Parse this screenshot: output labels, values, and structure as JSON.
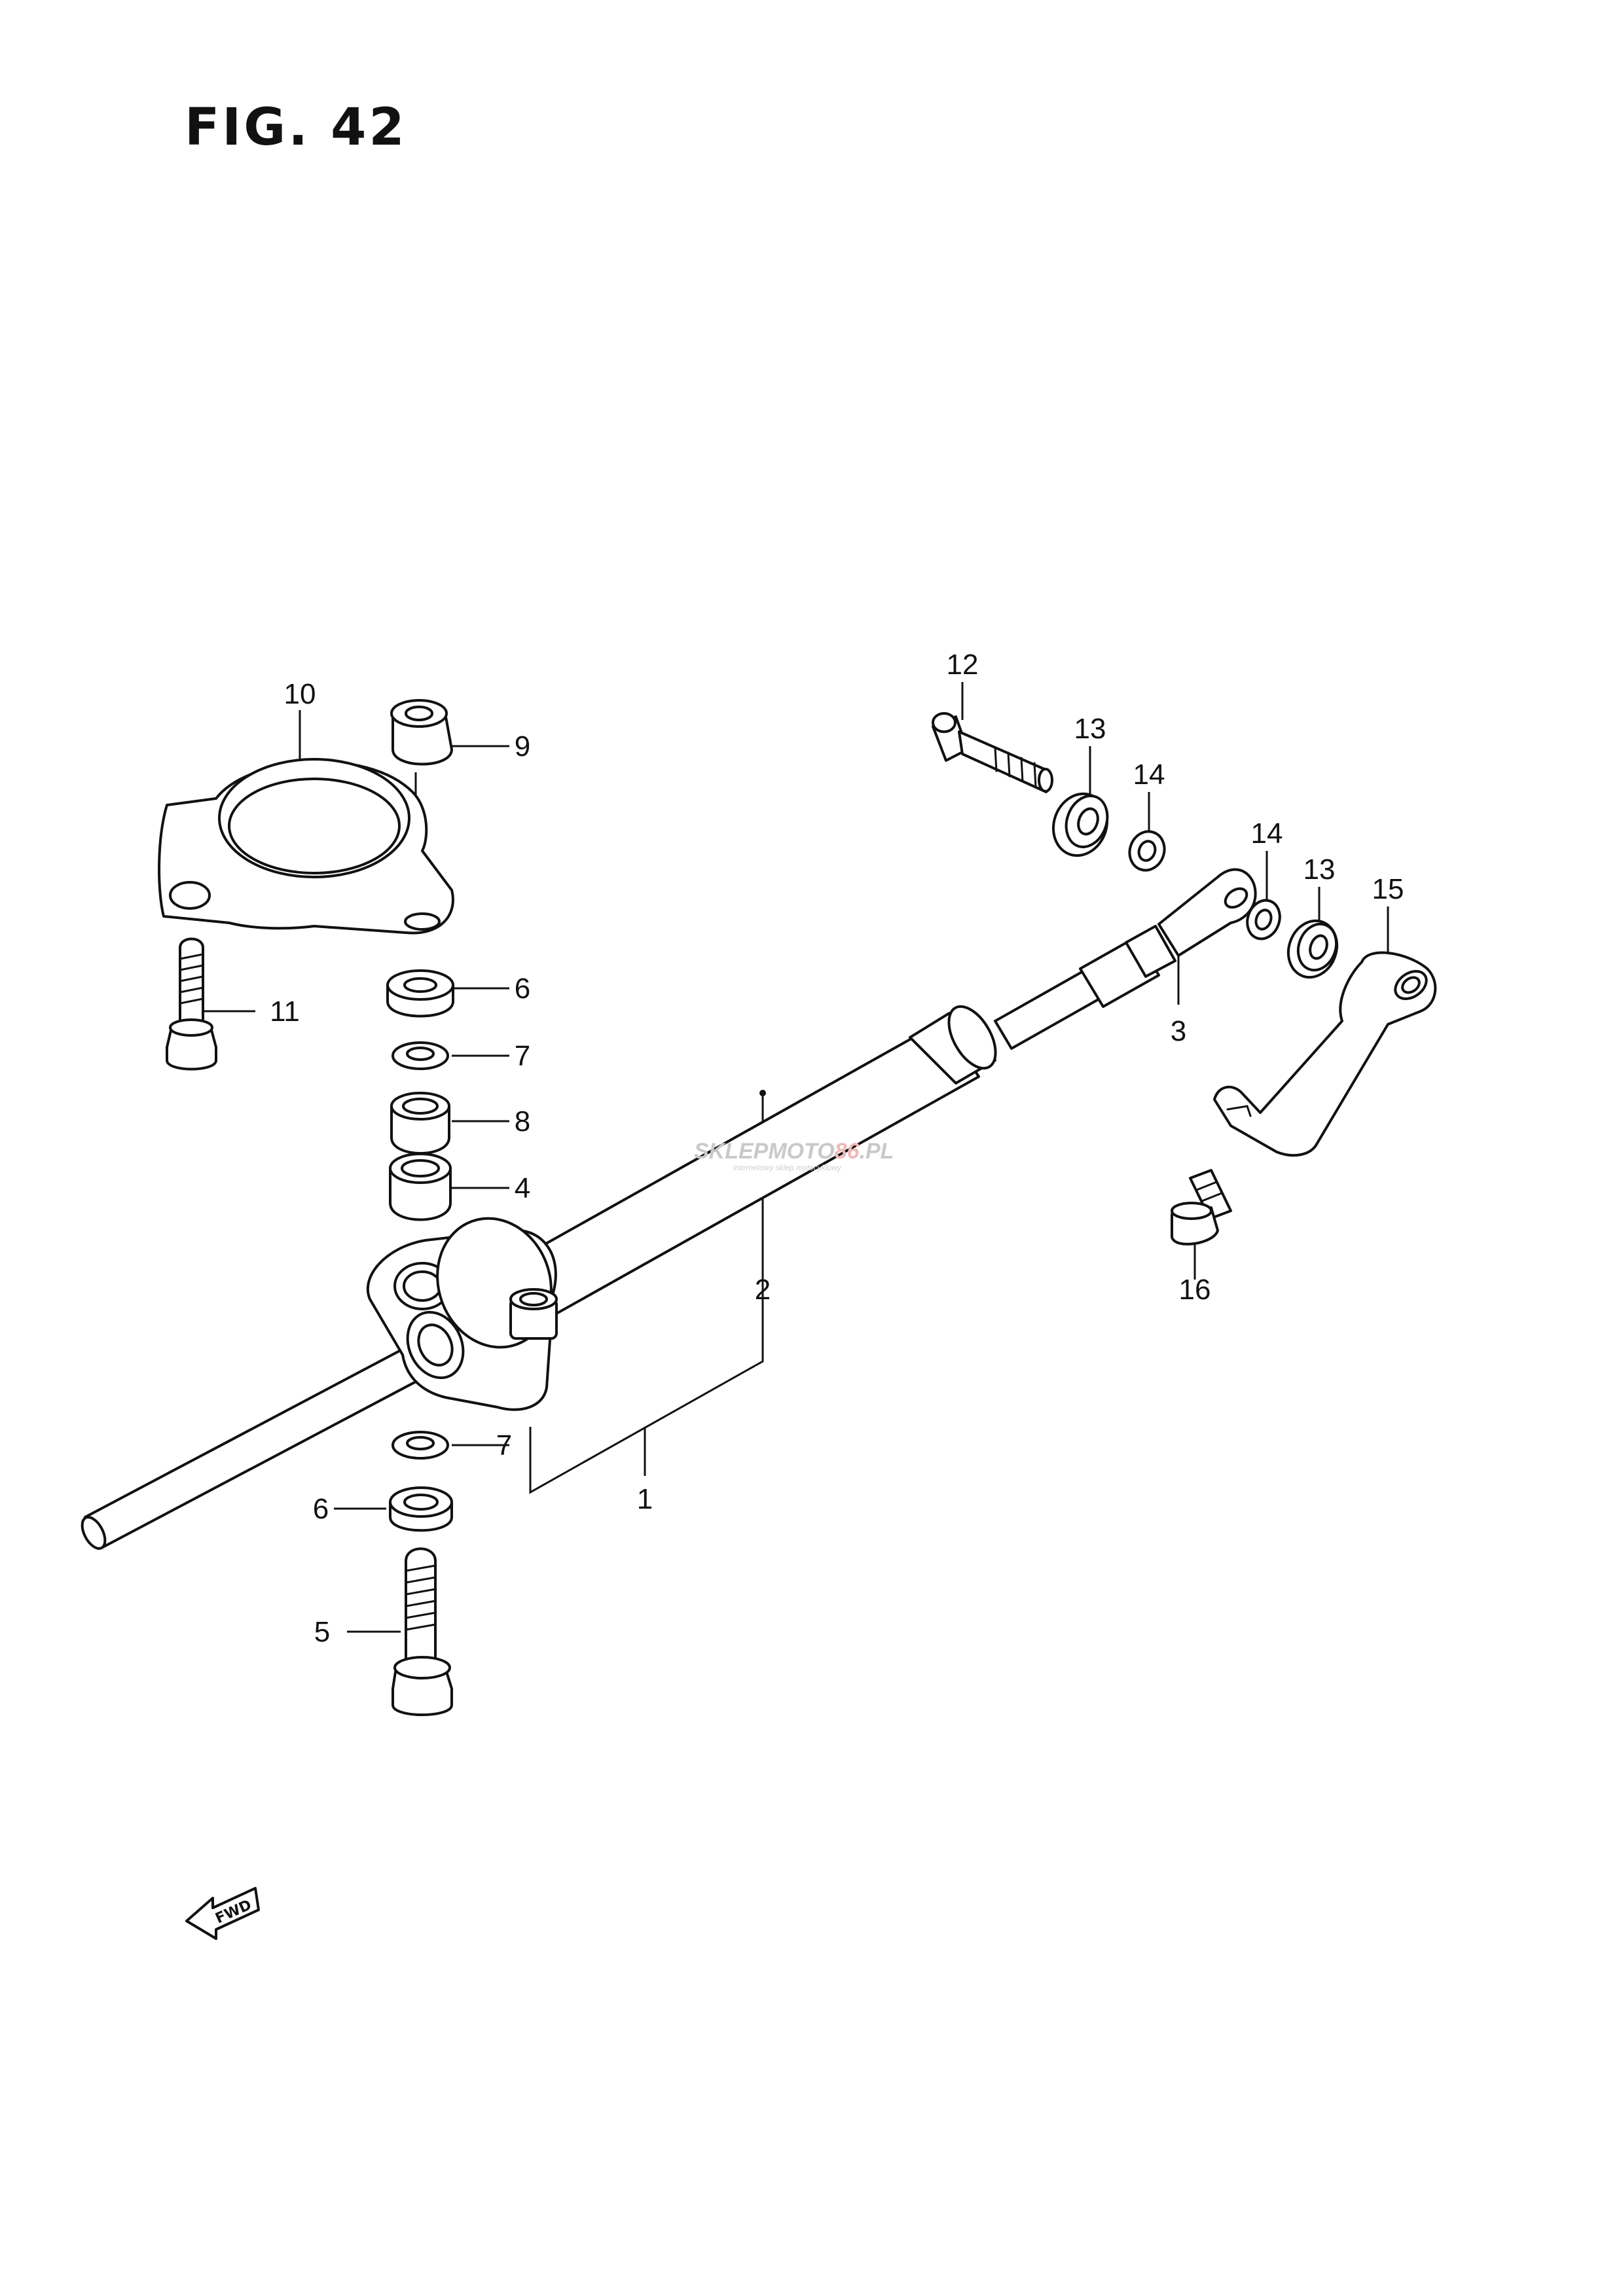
{
  "figure": {
    "title": "FIG. 42"
  },
  "callouts": [
    {
      "id": "c10",
      "label": "10"
    },
    {
      "id": "c9",
      "label": "9"
    },
    {
      "id": "c11",
      "label": "11"
    },
    {
      "id": "c6a",
      "label": "6"
    },
    {
      "id": "c7a",
      "label": "7"
    },
    {
      "id": "c8",
      "label": "8"
    },
    {
      "id": "c4",
      "label": "4"
    },
    {
      "id": "c2",
      "label": "2"
    },
    {
      "id": "c1",
      "label": "1"
    },
    {
      "id": "c7b",
      "label": "7"
    },
    {
      "id": "c6b",
      "label": "6"
    },
    {
      "id": "c5",
      "label": "5"
    },
    {
      "id": "c12",
      "label": "12"
    },
    {
      "id": "c13a",
      "label": "13"
    },
    {
      "id": "c14a",
      "label": "14"
    },
    {
      "id": "c14b",
      "label": "14"
    },
    {
      "id": "c13b",
      "label": "13"
    },
    {
      "id": "c15",
      "label": "15"
    },
    {
      "id": "c3",
      "label": "3"
    },
    {
      "id": "c16",
      "label": "16"
    }
  ],
  "watermark": {
    "brand": "SKLEPMOTO",
    "brand_highlight": "86",
    "brand_suffix": ".PL",
    "tagline": "internetowy sklep motocyklowy"
  },
  "direction_marker": {
    "label": "FWD"
  }
}
